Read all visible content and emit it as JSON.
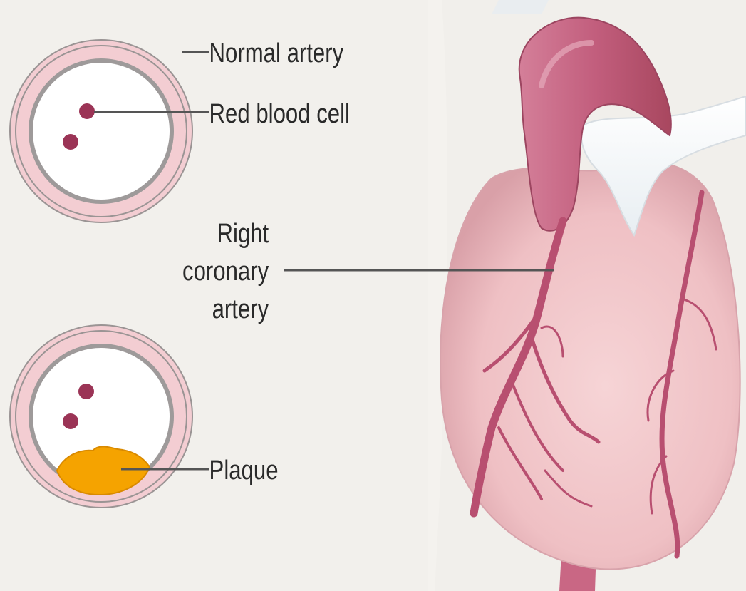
{
  "labels": {
    "normal_artery": "Normal artery",
    "red_blood_cell": "Red blood cell",
    "right_coronary_line1": "Right",
    "right_coronary_line2": "coronary",
    "right_coronary_line3": "artery",
    "plaque": "Plaque"
  },
  "colors": {
    "background": "#f2f0ec",
    "artery_wall": "#f3cdd2",
    "artery_outline": "#9a9494",
    "lumen": "#ffffff",
    "blood_cell": "#9b3456",
    "plaque": "#f5a300",
    "heart": "#f0c6c9",
    "aorta": "#c05f7c",
    "vein": "#ffffff",
    "leader_line": "#555555"
  }
}
